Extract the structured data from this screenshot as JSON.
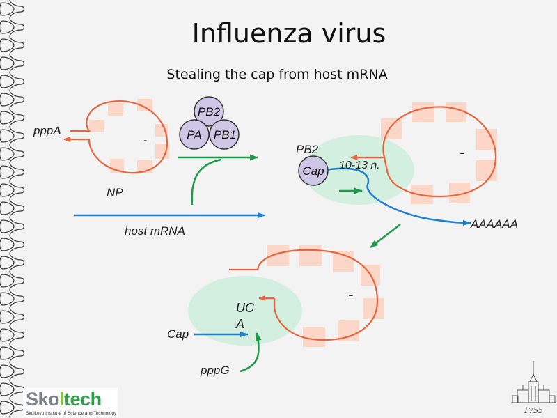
{
  "title": "Influenza virus",
  "subtitle": "Stealing the cap from host mRNA",
  "labels": {
    "pppA": "pppA",
    "minus": "-",
    "np": "NP",
    "pb2": "PB2",
    "pa": "PA",
    "pb1": "PB1",
    "host_mrna": "host mRNA",
    "pb2_bound": "PB2",
    "cap": "Cap",
    "ten_thirteen": "10-13 n.",
    "polyA": "AAAAAA",
    "uc": "UC",
    "a": "A",
    "cap_bottom": "Cap",
    "pppG": "pppG"
  },
  "logo": {
    "name_part1": "Sko",
    "name_part2": "l",
    "name_part3": "tech",
    "tagline": "Skolkovo Institute of Science and Technology"
  },
  "year": "1755",
  "colors": {
    "viral_rna": "#e8643c",
    "protein_fill": "#cfc7e6",
    "host_mrna": "#1f7fd0",
    "primer_green": "#1d9a4a",
    "np_square": "#fcd7c8",
    "complex_halo": "#cfeedd"
  }
}
